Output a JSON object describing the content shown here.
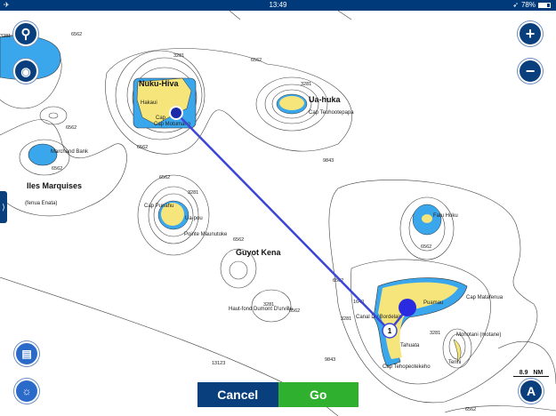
{
  "status_bar": {
    "time": "13:49",
    "battery": "78%",
    "battery_level": 0.78,
    "airplane_icon": "airplane-icon",
    "location_icon": "location-arrow-icon"
  },
  "map": {
    "islands": [
      {
        "name": "Nuku-Hiva",
        "sub": "Hakaui",
        "cape": "Cap Motumano"
      },
      {
        "name": "Ua-huka",
        "cape": "Cap Teohootepapa"
      },
      {
        "name": "Ua-pou",
        "cape": "Cap Punahu",
        "point": "Pointe Maunutoke"
      },
      {
        "name": "Fatu Huku"
      },
      {
        "name": "Puamau",
        "cape1": "Cap Matafenua",
        "channel": "Canal Du Bordelais",
        "town": "Tahuata",
        "cape2": "Cap Tehopeotekeho"
      },
      {
        "name": "Mohotani (motane)",
        "town": "Terihi"
      }
    ],
    "labels": {
      "region": "Iles Marquises",
      "region_sub": "(fenua Enata)",
      "bank": "Marchand Bank",
      "guyot": "Guyot Kena",
      "haut_fond": "Haut-fond Dumont D'urville"
    },
    "depths": {
      "d3281": "3281",
      "d6562": "6562",
      "d9843": "9843",
      "d13123": "13123",
      "d1640": "1640"
    },
    "waypoint_label": "1",
    "route_color": "#3c46d6"
  },
  "controls": {
    "zoom_in": "+",
    "zoom_out": "−",
    "cancel": "Cancel",
    "go": "Go",
    "scale_value": "8.9",
    "scale_unit": "NM",
    "tab_arrow": "⟩"
  },
  "colors": {
    "land": "#f5e57a",
    "shallow": "#3aa6ec",
    "bar": "#003a7a",
    "go": "#2fb12f"
  }
}
